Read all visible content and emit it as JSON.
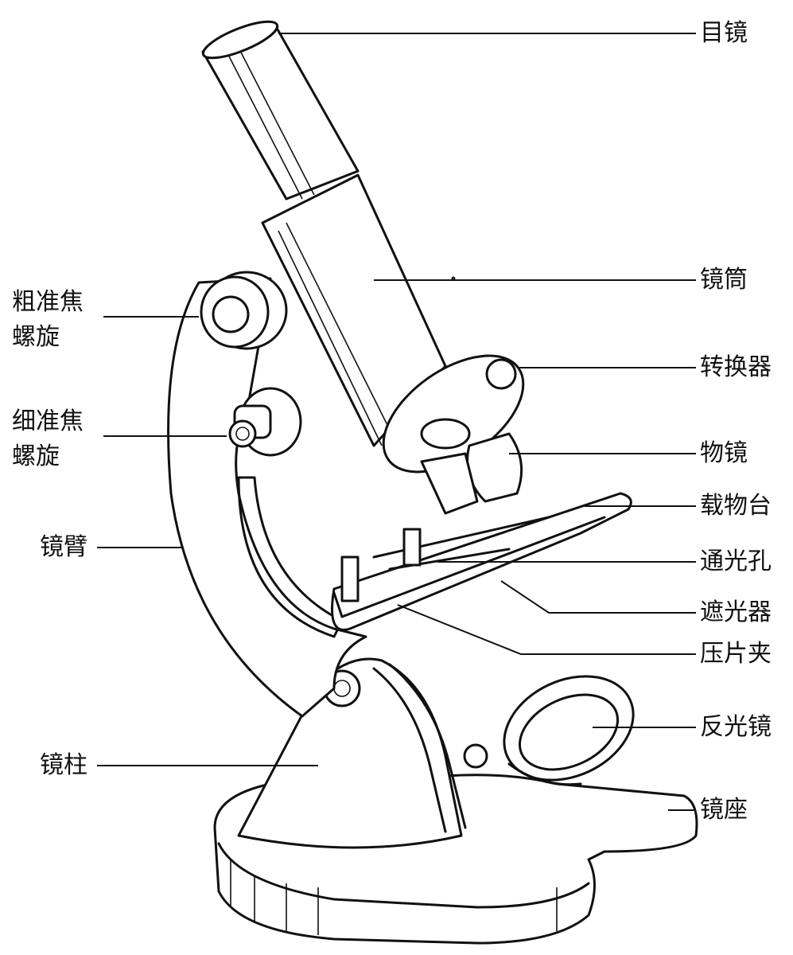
{
  "title": "显微镜结构图",
  "labels": {
    "eyepiece": "目镜",
    "tube": "镜筒",
    "nosepiece": "转换器",
    "objective": "物镜",
    "stage": "载物台",
    "aperture": "通光孔",
    "diaphragm": "遮光器",
    "clip": "压片夹",
    "mirror": "反光镜",
    "base": "镜座",
    "coarse_line1": "粗准焦",
    "coarse_line2": "螺旋",
    "fine_line1": "细准焦",
    "fine_line2": "螺旋",
    "arm": "镜臂",
    "pillar": "镜柱"
  }
}
